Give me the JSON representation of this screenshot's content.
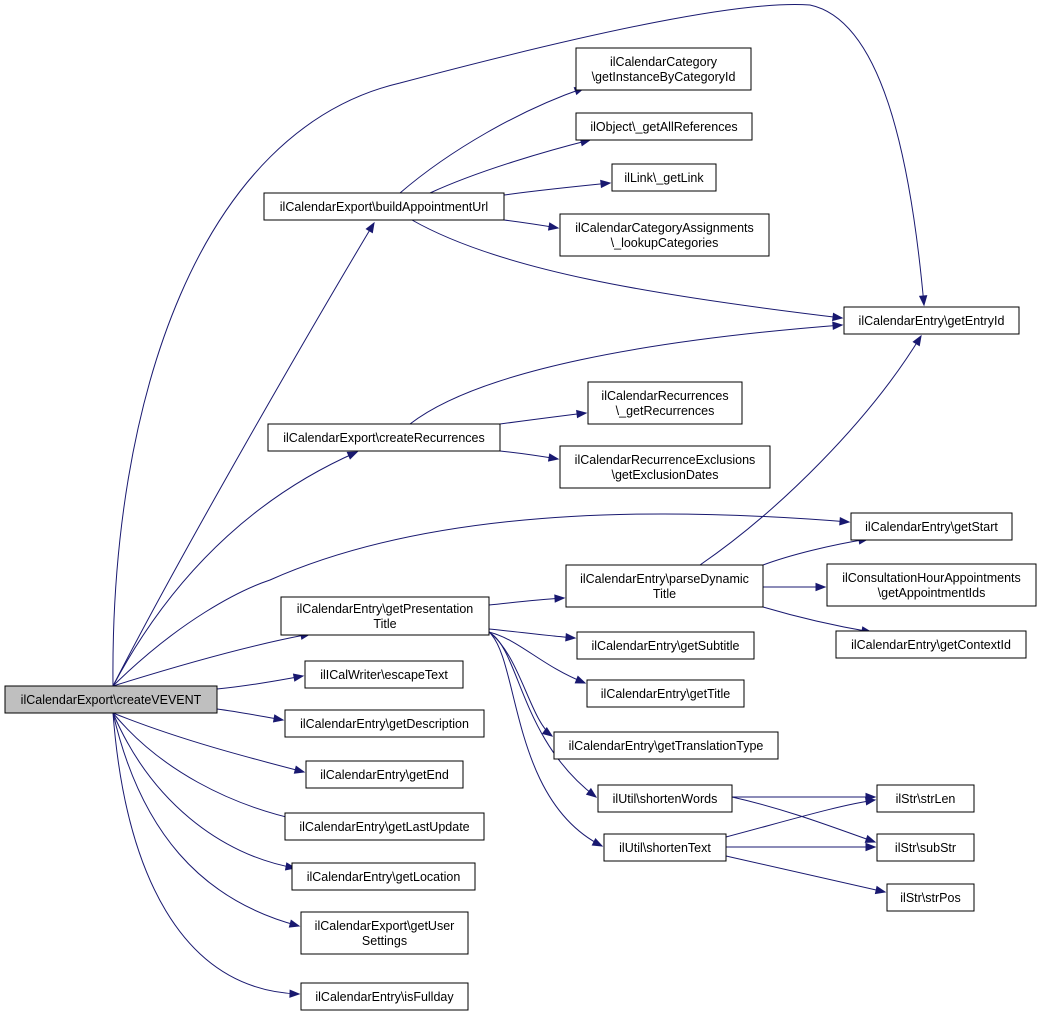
{
  "diagram": {
    "colors": {
      "edge": "#191970",
      "root_fill": "#bfbfbf",
      "node_fill": "#ffffff",
      "border": "#000000"
    },
    "nodes": [
      {
        "id": "createVEVENT",
        "lines": [
          "ilCalendarExport\\createVEVENT"
        ],
        "root": true
      },
      {
        "id": "buildAppointmentUrl",
        "lines": [
          "ilCalendarExport\\buildAppointmentUrl"
        ]
      },
      {
        "id": "getInstanceByCategoryId",
        "lines": [
          "ilCalendarCategory",
          "\\getInstanceByCategoryId"
        ]
      },
      {
        "id": "getAllReferences",
        "lines": [
          "ilObject\\_getAllReferences"
        ]
      },
      {
        "id": "getLink",
        "lines": [
          "ilLink\\_getLink"
        ]
      },
      {
        "id": "lookupCategories",
        "lines": [
          "ilCalendarCategoryAssignments",
          "\\_lookupCategories"
        ]
      },
      {
        "id": "getEntryId",
        "lines": [
          "ilCalendarEntry\\getEntryId"
        ]
      },
      {
        "id": "createRecurrences",
        "lines": [
          "ilCalendarExport\\createRecurrences"
        ]
      },
      {
        "id": "getRecurrences",
        "lines": [
          "ilCalendarRecurrences",
          "\\_getRecurrences"
        ]
      },
      {
        "id": "getExclusionDates",
        "lines": [
          "ilCalendarRecurrenceExclusions",
          "\\getExclusionDates"
        ]
      },
      {
        "id": "getStart",
        "lines": [
          "ilCalendarEntry\\getStart"
        ]
      },
      {
        "id": "parseDynamicTitle",
        "lines": [
          "ilCalendarEntry\\parseDynamic",
          "Title"
        ]
      },
      {
        "id": "getAppointmentIds",
        "lines": [
          "ilConsultationHourAppointments",
          "\\getAppointmentIds"
        ]
      },
      {
        "id": "getContextId",
        "lines": [
          "ilCalendarEntry\\getContextId"
        ]
      },
      {
        "id": "getPresentationTitle",
        "lines": [
          "ilCalendarEntry\\getPresentation",
          "Title"
        ]
      },
      {
        "id": "getSubtitle",
        "lines": [
          "ilCalendarEntry\\getSubtitle"
        ]
      },
      {
        "id": "getTitle",
        "lines": [
          "ilCalendarEntry\\getTitle"
        ]
      },
      {
        "id": "getTranslationType",
        "lines": [
          "ilCalendarEntry\\getTranslationType"
        ]
      },
      {
        "id": "shortenWords",
        "lines": [
          "ilUtil\\shortenWords"
        ]
      },
      {
        "id": "shortenText",
        "lines": [
          "ilUtil\\shortenText"
        ]
      },
      {
        "id": "strLen",
        "lines": [
          "ilStr\\strLen"
        ]
      },
      {
        "id": "subStr",
        "lines": [
          "ilStr\\subStr"
        ]
      },
      {
        "id": "strPos",
        "lines": [
          "ilStr\\strPos"
        ]
      },
      {
        "id": "escapeText",
        "lines": [
          "ilICalWriter\\escapeText"
        ]
      },
      {
        "id": "getDescription",
        "lines": [
          "ilCalendarEntry\\getDescription"
        ]
      },
      {
        "id": "getEnd",
        "lines": [
          "ilCalendarEntry\\getEnd"
        ]
      },
      {
        "id": "getLastUpdate",
        "lines": [
          "ilCalendarEntry\\getLastUpdate"
        ]
      },
      {
        "id": "getLocation",
        "lines": [
          "ilCalendarEntry\\getLocation"
        ]
      },
      {
        "id": "getUserSettings",
        "lines": [
          "ilCalendarExport\\getUser",
          "Settings"
        ]
      },
      {
        "id": "isFullday",
        "lines": [
          "ilCalendarEntry\\isFullday"
        ]
      }
    ],
    "edges": [
      {
        "from": "createVEVENT",
        "to": "buildAppointmentUrl"
      },
      {
        "from": "createVEVENT",
        "to": "getEntryId"
      },
      {
        "from": "createVEVENT",
        "to": "createRecurrences"
      },
      {
        "from": "createVEVENT",
        "to": "getStart"
      },
      {
        "from": "createVEVENT",
        "to": "getPresentationTitle"
      },
      {
        "from": "createVEVENT",
        "to": "escapeText"
      },
      {
        "from": "createVEVENT",
        "to": "getDescription"
      },
      {
        "from": "createVEVENT",
        "to": "getEnd"
      },
      {
        "from": "createVEVENT",
        "to": "getLastUpdate"
      },
      {
        "from": "createVEVENT",
        "to": "getLocation"
      },
      {
        "from": "createVEVENT",
        "to": "getUserSettings"
      },
      {
        "from": "createVEVENT",
        "to": "isFullday"
      },
      {
        "from": "buildAppointmentUrl",
        "to": "getInstanceByCategoryId"
      },
      {
        "from": "buildAppointmentUrl",
        "to": "getAllReferences"
      },
      {
        "from": "buildAppointmentUrl",
        "to": "getLink"
      },
      {
        "from": "buildAppointmentUrl",
        "to": "lookupCategories"
      },
      {
        "from": "buildAppointmentUrl",
        "to": "getEntryId"
      },
      {
        "from": "createRecurrences",
        "to": "getEntryId"
      },
      {
        "from": "createRecurrences",
        "to": "getRecurrences"
      },
      {
        "from": "createRecurrences",
        "to": "getExclusionDates"
      },
      {
        "from": "getPresentationTitle",
        "to": "parseDynamicTitle"
      },
      {
        "from": "getPresentationTitle",
        "to": "getSubtitle"
      },
      {
        "from": "getPresentationTitle",
        "to": "getTitle"
      },
      {
        "from": "getPresentationTitle",
        "to": "getTranslationType"
      },
      {
        "from": "getPresentationTitle",
        "to": "shortenWords"
      },
      {
        "from": "getPresentationTitle",
        "to": "shortenText"
      },
      {
        "from": "parseDynamicTitle",
        "to": "getEntryId"
      },
      {
        "from": "parseDynamicTitle",
        "to": "getStart"
      },
      {
        "from": "parseDynamicTitle",
        "to": "getAppointmentIds"
      },
      {
        "from": "parseDynamicTitle",
        "to": "getContextId"
      },
      {
        "from": "shortenWords",
        "to": "strLen"
      },
      {
        "from": "shortenWords",
        "to": "subStr"
      },
      {
        "from": "shortenText",
        "to": "strLen"
      },
      {
        "from": "shortenText",
        "to": "subStr"
      },
      {
        "from": "shortenText",
        "to": "strPos"
      }
    ]
  }
}
